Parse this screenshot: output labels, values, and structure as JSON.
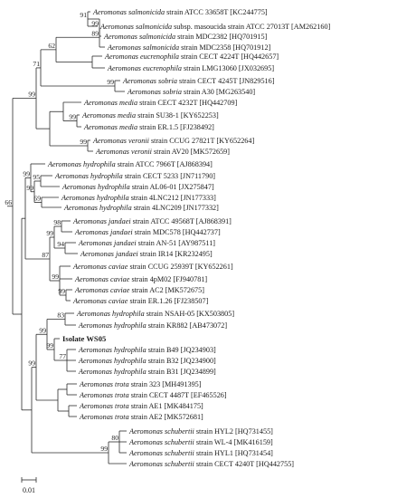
{
  "tree": {
    "leaves": [
      {
        "id": "L1",
        "species": "Aeromonas salmonicida",
        "rest": " strain ATCC 33658T [KC244775]"
      },
      {
        "id": "L2",
        "species": "Aeromonas salmonicida",
        "rest": " subsp. masoucida strain ATCC 27013T [AM262160]"
      },
      {
        "id": "L3",
        "species": "Aeromonas salmonicida",
        "rest": " strain MDC2382 [HQ701915]"
      },
      {
        "id": "L4",
        "species": "Aeromonas salmonicida",
        "rest": " strain MDC2358 [HQ701912]"
      },
      {
        "id": "L5",
        "species": "Aeromonas eucrenophila",
        "rest": " strain CECT 4224T [HQ442657]"
      },
      {
        "id": "L6",
        "species": "Aeromonas eucrenophila",
        "rest": " strain LMG13060 [JX032695]"
      },
      {
        "id": "L7",
        "species": "Aeromonas sobria",
        "rest": " strain CECT 4245T [JN829516]"
      },
      {
        "id": "L8",
        "species": "Aeromonas sobria",
        "rest": " strain A30 [MG263540]"
      },
      {
        "id": "L9",
        "species": "Aeromonas media",
        "rest": " strain CECT 4232T [HQ442709]"
      },
      {
        "id": "L10",
        "species": "Aeromonas media",
        "rest": " strain SU38-1 [KY652253]"
      },
      {
        "id": "L11",
        "species": "Aeromonas media",
        "rest": " strain ER.1.5 [FJ238492]"
      },
      {
        "id": "L12",
        "species": "Aeromonas veronii",
        "rest": " strain CCUG 27821T [KY652264]"
      },
      {
        "id": "L13",
        "species": "Aeromonas veronii",
        "rest": " strain AV20 [MK572659]"
      },
      {
        "id": "L14",
        "species": "Aeromonas hydrophila",
        "rest": " strain ATCC 7966T [AJ868394]"
      },
      {
        "id": "L15",
        "species": "Aeromonas hydrophila",
        "rest": " strain CECT 5233 [JN711790]"
      },
      {
        "id": "L16",
        "species": "Aeromonas hydrophila",
        "rest": " strain AL06-01 [JX275847]"
      },
      {
        "id": "L17",
        "species": "Aeromonas hydrophila",
        "rest": " strain 4LNC212 [JN177333]"
      },
      {
        "id": "L18",
        "species": "Aeromonas hydrophila",
        "rest": " strain 4LNC209 [JN177332]"
      },
      {
        "id": "L19",
        "species": "Aeromonas jandaei",
        "rest": " strain ATCC 49568T [AJ868391]"
      },
      {
        "id": "L20",
        "species": "Aeromonas jandaei",
        "rest": " strain MDC578 [HQ442737]"
      },
      {
        "id": "L21",
        "species": "Aeromonas jandaei",
        "rest": " strain AN-51 [AY987511]"
      },
      {
        "id": "L22",
        "species": "Aeromonas jandaei",
        "rest": " strain IR14 [KR232495]"
      },
      {
        "id": "L23",
        "species": "Aeromonas caviae",
        "rest": " strain CCUG 25939T [KY652261]"
      },
      {
        "id": "L24",
        "species": "Aeromonas caviae",
        "rest": " strain 4pM02 [FJ940781]"
      },
      {
        "id": "L25",
        "species": "Aeromonas caviae",
        "rest": " strain AC2 [MK572675]"
      },
      {
        "id": "L26",
        "species": "Aeromonas caviae",
        "rest": " strain ER.1.26 [FJ238507]"
      },
      {
        "id": "L27",
        "species": "Aeromonas hydrophila",
        "rest": " strain NSAH-05 [KX503805]"
      },
      {
        "id": "L28",
        "species": "Aeromonas hydrophila",
        "rest": " strain KR882 [AB473072]"
      },
      {
        "id": "L29",
        "species": "",
        "rest": "Isolate WS05",
        "bold": true
      },
      {
        "id": "L30",
        "species": "Aeromonas hydrophila",
        "rest": " strain B49 [JQ234903]"
      },
      {
        "id": "L31",
        "species": "Aeromonas hydrophila",
        "rest": " strain B32 [JQ234900]"
      },
      {
        "id": "L32",
        "species": "Aeromonas hydrophila",
        "rest": " strain B31 [JQ234899]"
      },
      {
        "id": "L33",
        "species": "Aeromonas trota",
        "rest": " strain 323 [MH491395]"
      },
      {
        "id": "L34",
        "species": "Aeromonas trota",
        "rest": " strain CECT 4487T [EF465526]"
      },
      {
        "id": "L35",
        "species": "Aeromonas trota",
        "rest": " strain AE1 [MK484175]"
      },
      {
        "id": "L36",
        "species": "Aeromonas trota",
        "rest": " strain AE2 [MK572681]"
      },
      {
        "id": "L37",
        "species": "Aeromonas schubertii",
        "rest": " strain HYL2 [HQ731455]"
      },
      {
        "id": "L38",
        "species": "Aeromonas schubertii",
        "rest": " strain WL-4 [MK416159]"
      },
      {
        "id": "L39",
        "species": "Aeromonas schubertii",
        "rest": " strain HYL1 [HQ731454]"
      },
      {
        "id": "L40",
        "species": "Aeromonas schubertii",
        "rest": " strain CECT 4240T [HQ442755]"
      }
    ],
    "bootstrap_values": [
      "91",
      "99",
      "89",
      "62",
      "99",
      "71",
      "99",
      "99",
      "99",
      "99",
      "99",
      "95",
      "69",
      "98",
      "94",
      "99",
      "99",
      "99",
      "87",
      "83",
      "99",
      "77",
      "99",
      "99",
      "80",
      "99",
      "66"
    ],
    "scale_bar": {
      "label": "0.01",
      "length": 0.01
    }
  }
}
